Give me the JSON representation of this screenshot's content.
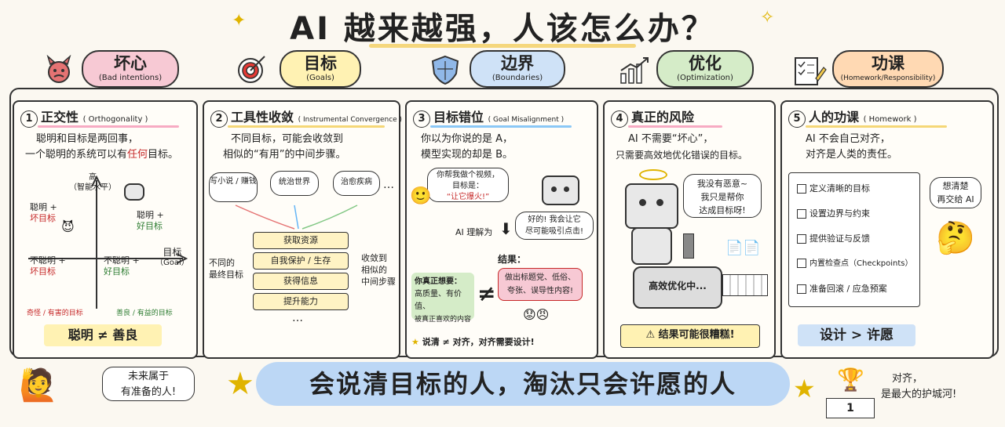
{
  "title": "AI 越来越强，人该怎么办？",
  "headers": [
    {
      "zh": "坏心",
      "en": "(Bad intentions)",
      "icon": "devil-face-icon"
    },
    {
      "zh": "目标",
      "en": "(Goals)",
      "icon": "target-icon"
    },
    {
      "zh": "边界",
      "en": "(Boundaries)",
      "icon": "shield-icon"
    },
    {
      "zh": "优化",
      "en": "(Optimization)",
      "icon": "growth-chart-icon"
    },
    {
      "zh": "功课",
      "en": "(Homework/Responsibility)",
      "icon": "checklist-icon"
    }
  ],
  "panel1": {
    "num": "1",
    "title": "正交性",
    "en": "( Orthogonality )",
    "line1": "聪明和目标是两回事，",
    "line2a": "一个聪明的系统可以有",
    "line2b": "任何",
    "line2c": "目标。",
    "axis_high": "高",
    "axis_high_sub": "（智能水平）",
    "axis_goal": "目标",
    "axis_goal_sub": "（Goal）",
    "q_tl_a": "聪明 +",
    "q_tl_b": "坏目标",
    "q_tr_a": "聪明 +",
    "q_tr_b": "好目标",
    "q_bl_a": "不聪明 +",
    "q_bl_b": "坏目标",
    "q_br_a": "不聪明 +",
    "q_br_b": "好目标",
    "bottom_left": "奇怪 / 有害的目标",
    "bottom_right": "善良 / 有益的目标",
    "footer": "聪明  ≠  善良"
  },
  "panel2": {
    "num": "2",
    "title": "工具性收敛",
    "en": "( Instrumental Convergence )",
    "line1": "不同目标，可能会收敛到",
    "line2": "相似的“有用”的中间步骤。",
    "goals": [
      "写小说 / 赚钱",
      "统治世界",
      "治愈疾病"
    ],
    "more": "…",
    "left_label_a": "不同的",
    "left_label_b": "最终目标",
    "right_label_a": "收敛到",
    "right_label_b": "相似的",
    "right_label_c": "中间步骤",
    "steps": [
      "获取资源",
      "自我保护 / 生存",
      "获得信息",
      "提升能力"
    ],
    "dots": "…"
  },
  "panel3": {
    "num": "3",
    "title": "目标错位",
    "en": "( Goal Misalignment )",
    "line1": "你以为你说的是 A，",
    "line2": "模型实现的却是 B。",
    "bubble_a": "你帮我做个视频，",
    "bubble_b": "目标是：",
    "bubble_c": "“让它爆火!”",
    "robot_reply_a": "好的! 我会让它",
    "robot_reply_b": "尽可能吸引点击!",
    "ai_understood": "AI 理解为",
    "result": "结果：",
    "real_a": "你真正想要：",
    "real_b": "高质量、有价值、",
    "real_c": "被真正喜欢的内容",
    "neq": "≠",
    "got_a": "做出标题党、低俗、",
    "got_b": "夸张、误导性内容!",
    "footer": "说清 ≠ 对齐，对齐需要设计!"
  },
  "panel4": {
    "num": "4",
    "title": "真正的风险",
    "line1": "AI 不需要“坏心”，",
    "line2": "只需要高效地优化错误的目标。",
    "bubble_a": "我没有恶意~",
    "bubble_b": "我只是帮你",
    "bubble_c": "达成目标呀!",
    "machine": "高效优化中...",
    "warning": "结果可能很糟糕!"
  },
  "panel5": {
    "num": "5",
    "title": "人的功课",
    "en": "( Homework )",
    "line1": "AI 不会自己对齐，",
    "line2": "对齐是人类的责任。",
    "think_a": "想清楚",
    "think_b": "再交给 AI",
    "checklist": [
      "定义清晰的目标",
      "设置边界与约束",
      "提供验证与反馈",
      "内置检查点（Checkpoints）",
      "准备回滚 / 应急预案"
    ],
    "footer": "设计  >  许愿"
  },
  "bottom": {
    "future_a": "未来属于",
    "future_b": "有准备的人!",
    "banner": "会说清目标的人，淘汰只会许愿的人",
    "right_a": "对齐，",
    "right_b": "是最大的护城河!",
    "podium": "1"
  }
}
